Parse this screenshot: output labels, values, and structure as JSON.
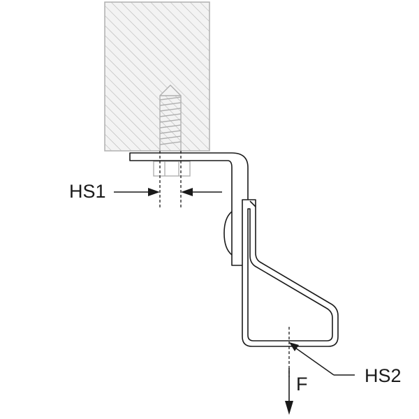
{
  "labels": {
    "hs1": "HS1",
    "hs2": "HS2",
    "force": "F"
  },
  "colors": {
    "line": "#1a1a1a",
    "ghost": "#b5b5b5",
    "block_fill": "#f1f1f1",
    "background": "#ffffff"
  }
}
